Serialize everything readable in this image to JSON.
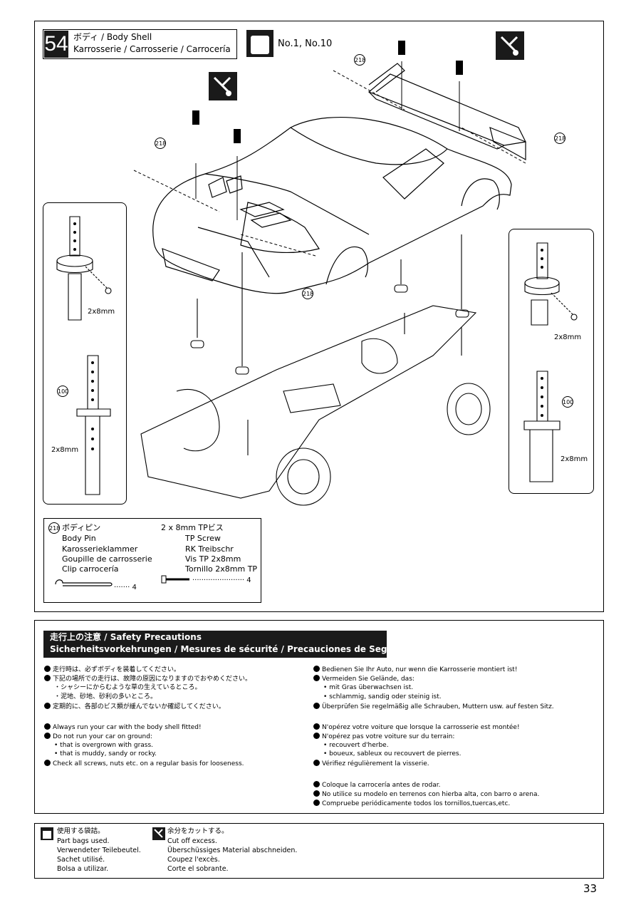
{
  "step": {
    "number": "54",
    "title_line1": "ボディ / Body Shell",
    "title_line2": "Karrosserie / Carrosserie / Carrocería",
    "bag_label": "No.1, No.10"
  },
  "callouts": {
    "body_pin_ref": "218",
    "post_ref": "100",
    "screw_size": "2x8mm"
  },
  "parts": {
    "ref": "218",
    "pin_names": [
      "ボディピン",
      "Body Pin",
      "Karosserieklammer",
      "Goupille de carrosserie",
      "Clip carrocería"
    ],
    "pin_qty": "4",
    "screw_names": [
      "2 x 8mm TPビス",
      "TP Screw",
      "RK Treibschr",
      "Vis TP 2x8mm",
      "Tornillo 2x8mm TP"
    ],
    "screw_qty": "4"
  },
  "safety": {
    "title_line1": "走行上の注意 / Safety Precautions",
    "title_line2": "Sicherheitsvorkehrungen / Mesures de sécurité / Precauciones de Seguridad",
    "jp": [
      {
        "text": "走行時は、必ずボディを装着してください。",
        "bullet": true
      },
      {
        "text": "下記の場所での走行は、故障の原因になりますのでおやめください。",
        "bullet": true
      },
      {
        "text": "・シャシーにからむような草の生えているところ。",
        "bullet": false
      },
      {
        "text": "・泥地、砂地、砂利の多いところ。",
        "bullet": false
      },
      {
        "text": "定期的に、各部のビス類が緩んでないか確認してください。",
        "bullet": true
      }
    ],
    "en": [
      {
        "text": "Always run your car with the body shell fitted!",
        "bullet": true
      },
      {
        "text": "Do not run your car on ground:",
        "bullet": true
      },
      {
        "text": "• that is overgrown with grass.",
        "bullet": false
      },
      {
        "text": "• that is muddy, sandy or rocky.",
        "bullet": false
      },
      {
        "text": "Check all screws, nuts etc. on a regular basis for looseness.",
        "bullet": true
      }
    ],
    "de": [
      {
        "text": "Bedienen Sie Ihr Auto, nur wenn die Karrosserie montiert ist!",
        "bullet": true
      },
      {
        "text": "Vermeiden Sie Gelände, das:",
        "bullet": true
      },
      {
        "text": "• mit Gras überwachsen ist.",
        "bullet": false
      },
      {
        "text": "• schlammig, sandig oder steinig ist.",
        "bullet": false
      },
      {
        "text": "Überprüfen Sie regelmäßig alle Schrauben, Muttern usw. auf festen Sitz.",
        "bullet": true
      }
    ],
    "fr": [
      {
        "text": "N'opérez votre voiture que lorsque la carrosserie est montée!",
        "bullet": true
      },
      {
        "text": "N'opérez pas votre voiture sur du terrain:",
        "bullet": true
      },
      {
        "text": "• recouvert d'herbe.",
        "bullet": false
      },
      {
        "text": "• boueux, sableux ou recouvert de pierres.",
        "bullet": false
      },
      {
        "text": "Vérifiez régulièrement la visserie.",
        "bullet": true
      }
    ],
    "es": [
      {
        "text": "Coloque la carrocería antes de rodar.",
        "bullet": true
      },
      {
        "text": "No utilice su modelo en terrenos con hierba alta, con barro o arena.",
        "bullet": true
      },
      {
        "text": "Compruebe periódicamente todos los tornillos,tuercas,etc.",
        "bullet": true
      }
    ]
  },
  "legend": {
    "bags": [
      "使用する袋詰。",
      "Part bags used.",
      "Verwendeter Teilebeutel.",
      "Sachet utilisé.",
      "Bolsa a utilizar."
    ],
    "cut": [
      "余分をカットする。",
      "Cut off excess.",
      "Überschüssiges Material abschneiden.",
      "Coupez l'excès.",
      "Corte el sobrante."
    ]
  },
  "page_number": "33"
}
